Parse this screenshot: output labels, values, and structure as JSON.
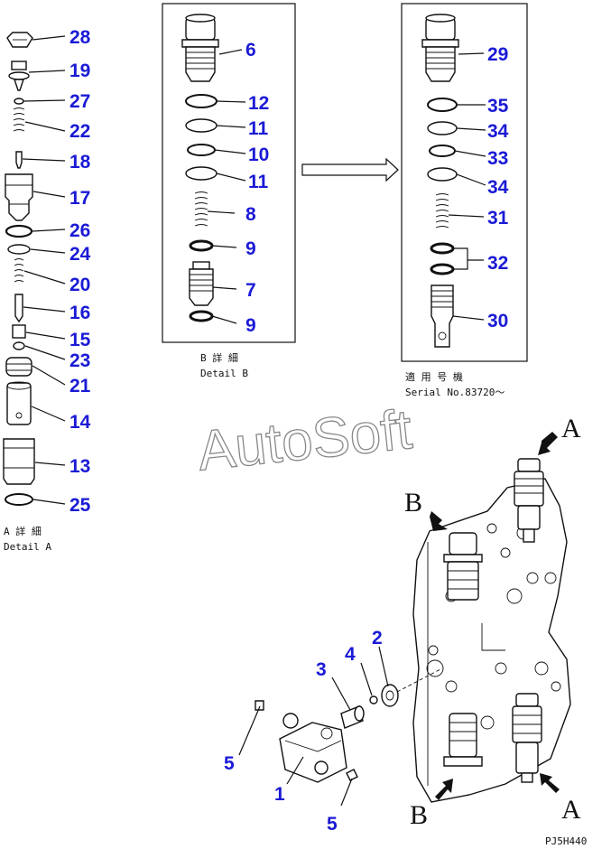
{
  "watermark": "AutoSoft",
  "drawing_code": "PJ5H440",
  "detail_a": {
    "caption_jp": "A 詳 細",
    "caption_en": "Detail A",
    "labels": [
      "28",
      "19",
      "27",
      "22",
      "18",
      "17",
      "26",
      "24",
      "20",
      "16",
      "15",
      "23",
      "21",
      "14",
      "13",
      "25"
    ]
  },
  "detail_b": {
    "caption_jp": "B 詳 細",
    "caption_en": "Detail B",
    "labels": [
      "6",
      "12",
      "11",
      "10",
      "11",
      "8",
      "9",
      "7",
      "9"
    ]
  },
  "detail_c": {
    "caption_jp": "適 用 号 機",
    "caption_en": "Serial No.83720～",
    "labels": [
      "29",
      "35",
      "34",
      "33",
      "34",
      "31",
      "32",
      "30"
    ]
  },
  "assembly": {
    "labels": [
      "2",
      "4",
      "3",
      "5",
      "1",
      "5"
    ],
    "view_letters": [
      "A",
      "B",
      "B",
      "A"
    ]
  }
}
